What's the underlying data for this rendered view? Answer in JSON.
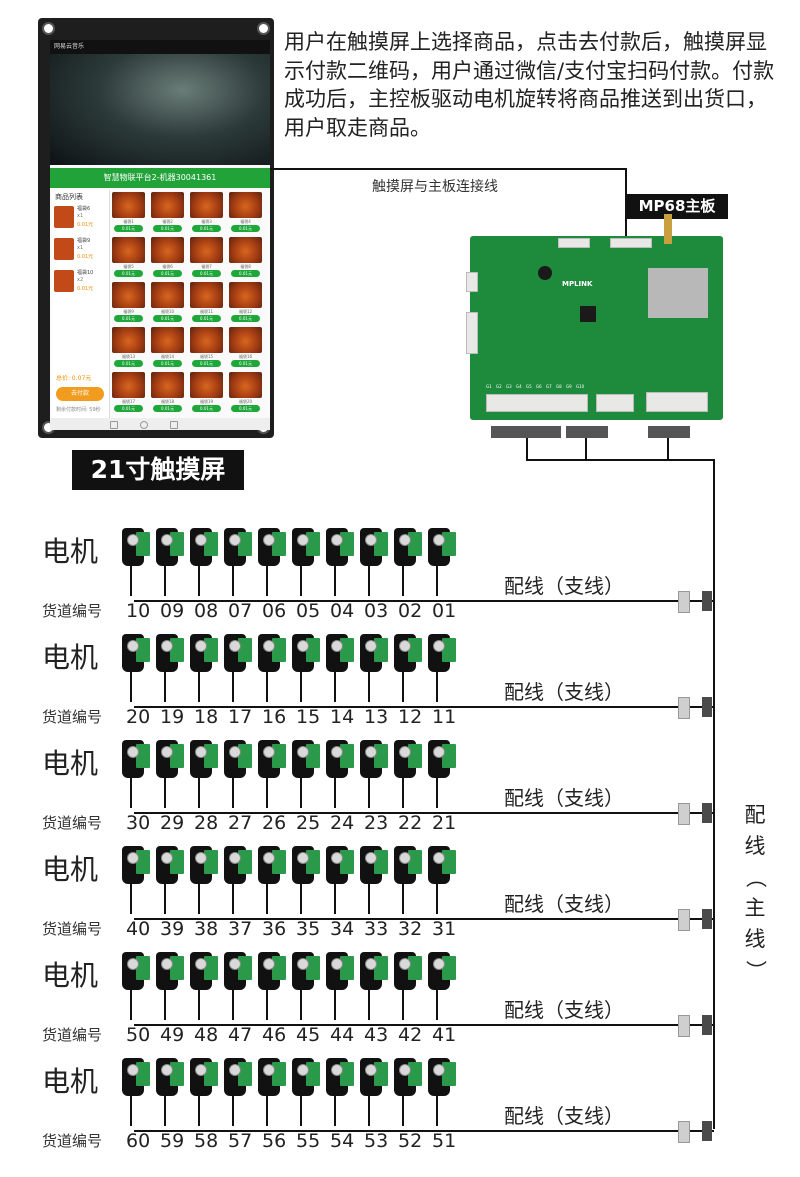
{
  "kiosk": {
    "video_bar_text": "网易云音乐",
    "app_title": "智慧物联平台2-机器30041361",
    "cart_title": "商品列表",
    "cart_items": [
      {
        "name": "福袋6",
        "qty": "x1",
        "price": "0.01元"
      },
      {
        "name": "福袋9",
        "qty": "x1",
        "price": "0.01元"
      },
      {
        "name": "福袋10",
        "qty": "x2",
        "price": "0.01元"
      }
    ],
    "total": "总价: 0.07元",
    "pay_button": "去付款",
    "pay_timer": "剩余付款时间: 59秒",
    "tile_names": [
      "福袋1",
      "福袋2",
      "福袋3",
      "福袋4",
      "福袋5",
      "福袋6",
      "福袋7",
      "福袋8",
      "福袋9",
      "福袋10",
      "福袋11",
      "福袋12",
      "福袋13",
      "福袋14",
      "福袋15",
      "福袋16",
      "福袋17",
      "福袋18",
      "福袋19",
      "福袋20"
    ],
    "tile_price": "0.01元",
    "label": "21寸触摸屏"
  },
  "description": "用户在触摸屏上选择商品，点击去付款后，触摸屏显示付款二维码，用户通过微信/支付宝扫码付款。付款成功后，主控板驱动电机旋转将商品推送到出货口，用户取走商品。",
  "link_label": "触摸屏与主板连接线",
  "board": {
    "label": "MP68主板",
    "brand": "MPLINK",
    "terminal_labels": [
      "G1",
      "G2",
      "G3",
      "G4",
      "G5",
      "G6",
      "G7",
      "G8",
      "G9",
      "G10"
    ]
  },
  "rows": [
    {
      "title": "电机",
      "lane_label": "货道编号",
      "branch_label": "配线（支线）",
      "lanes": [
        "10",
        "09",
        "08",
        "07",
        "06",
        "05",
        "04",
        "03",
        "02",
        "01"
      ]
    },
    {
      "title": "电机",
      "lane_label": "货道编号",
      "branch_label": "配线（支线）",
      "lanes": [
        "20",
        "19",
        "18",
        "17",
        "16",
        "15",
        "14",
        "13",
        "12",
        "11"
      ]
    },
    {
      "title": "电机",
      "lane_label": "货道编号",
      "branch_label": "配线（支线）",
      "lanes": [
        "30",
        "29",
        "28",
        "27",
        "26",
        "25",
        "24",
        "23",
        "22",
        "21"
      ]
    },
    {
      "title": "电机",
      "lane_label": "货道编号",
      "branch_label": "配线（支线）",
      "lanes": [
        "40",
        "39",
        "38",
        "37",
        "36",
        "35",
        "34",
        "33",
        "32",
        "31"
      ]
    },
    {
      "title": "电机",
      "lane_label": "货道编号",
      "branch_label": "配线（支线）",
      "lanes": [
        "50",
        "49",
        "48",
        "47",
        "46",
        "45",
        "44",
        "43",
        "42",
        "41"
      ]
    },
    {
      "title": "电机",
      "lane_label": "货道编号",
      "branch_label": "配线（支线）",
      "lanes": [
        "60",
        "59",
        "58",
        "57",
        "56",
        "55",
        "54",
        "53",
        "52",
        "51"
      ]
    }
  ],
  "main_line_label": "配线（主线）",
  "colors": {
    "app_green": "#22a33a",
    "pay_orange": "#f29c1f",
    "pcb_green": "#1e8a3c",
    "label_black": "#111111"
  }
}
